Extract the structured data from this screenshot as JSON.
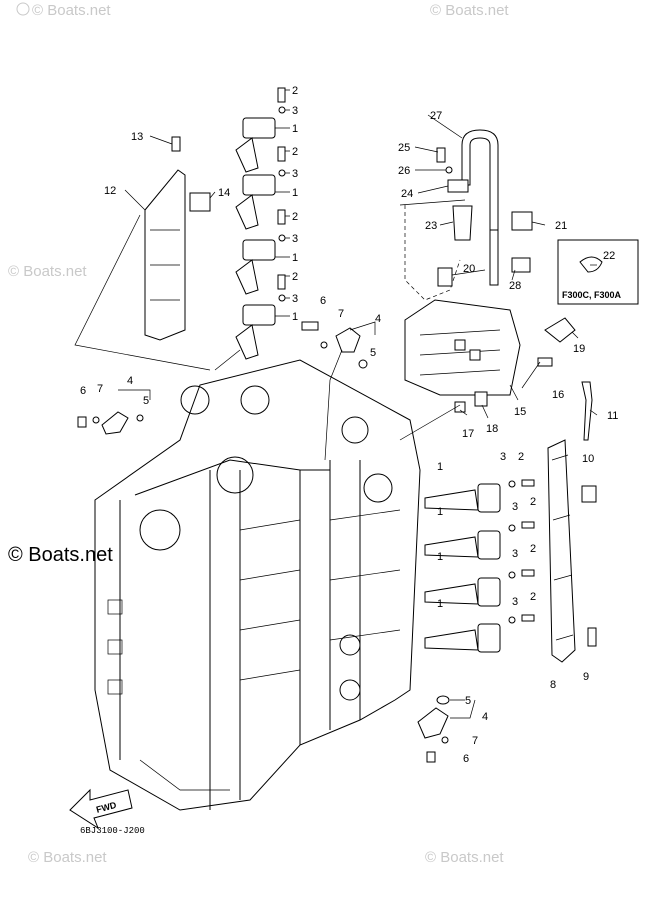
{
  "watermarks": {
    "site": "© Boats.net"
  },
  "callouts": [
    "1",
    "2",
    "3",
    "4",
    "5",
    "6",
    "7",
    "8",
    "9",
    "10",
    "11",
    "12",
    "13",
    "14",
    "15",
    "16",
    "17",
    "18",
    "19",
    "20",
    "21",
    "22",
    "23",
    "24",
    "25",
    "26",
    "27",
    "28"
  ],
  "inset_label": "F300C, F300A",
  "fwd_label": "FWD",
  "diagram_code": "6BJ3100-J200"
}
